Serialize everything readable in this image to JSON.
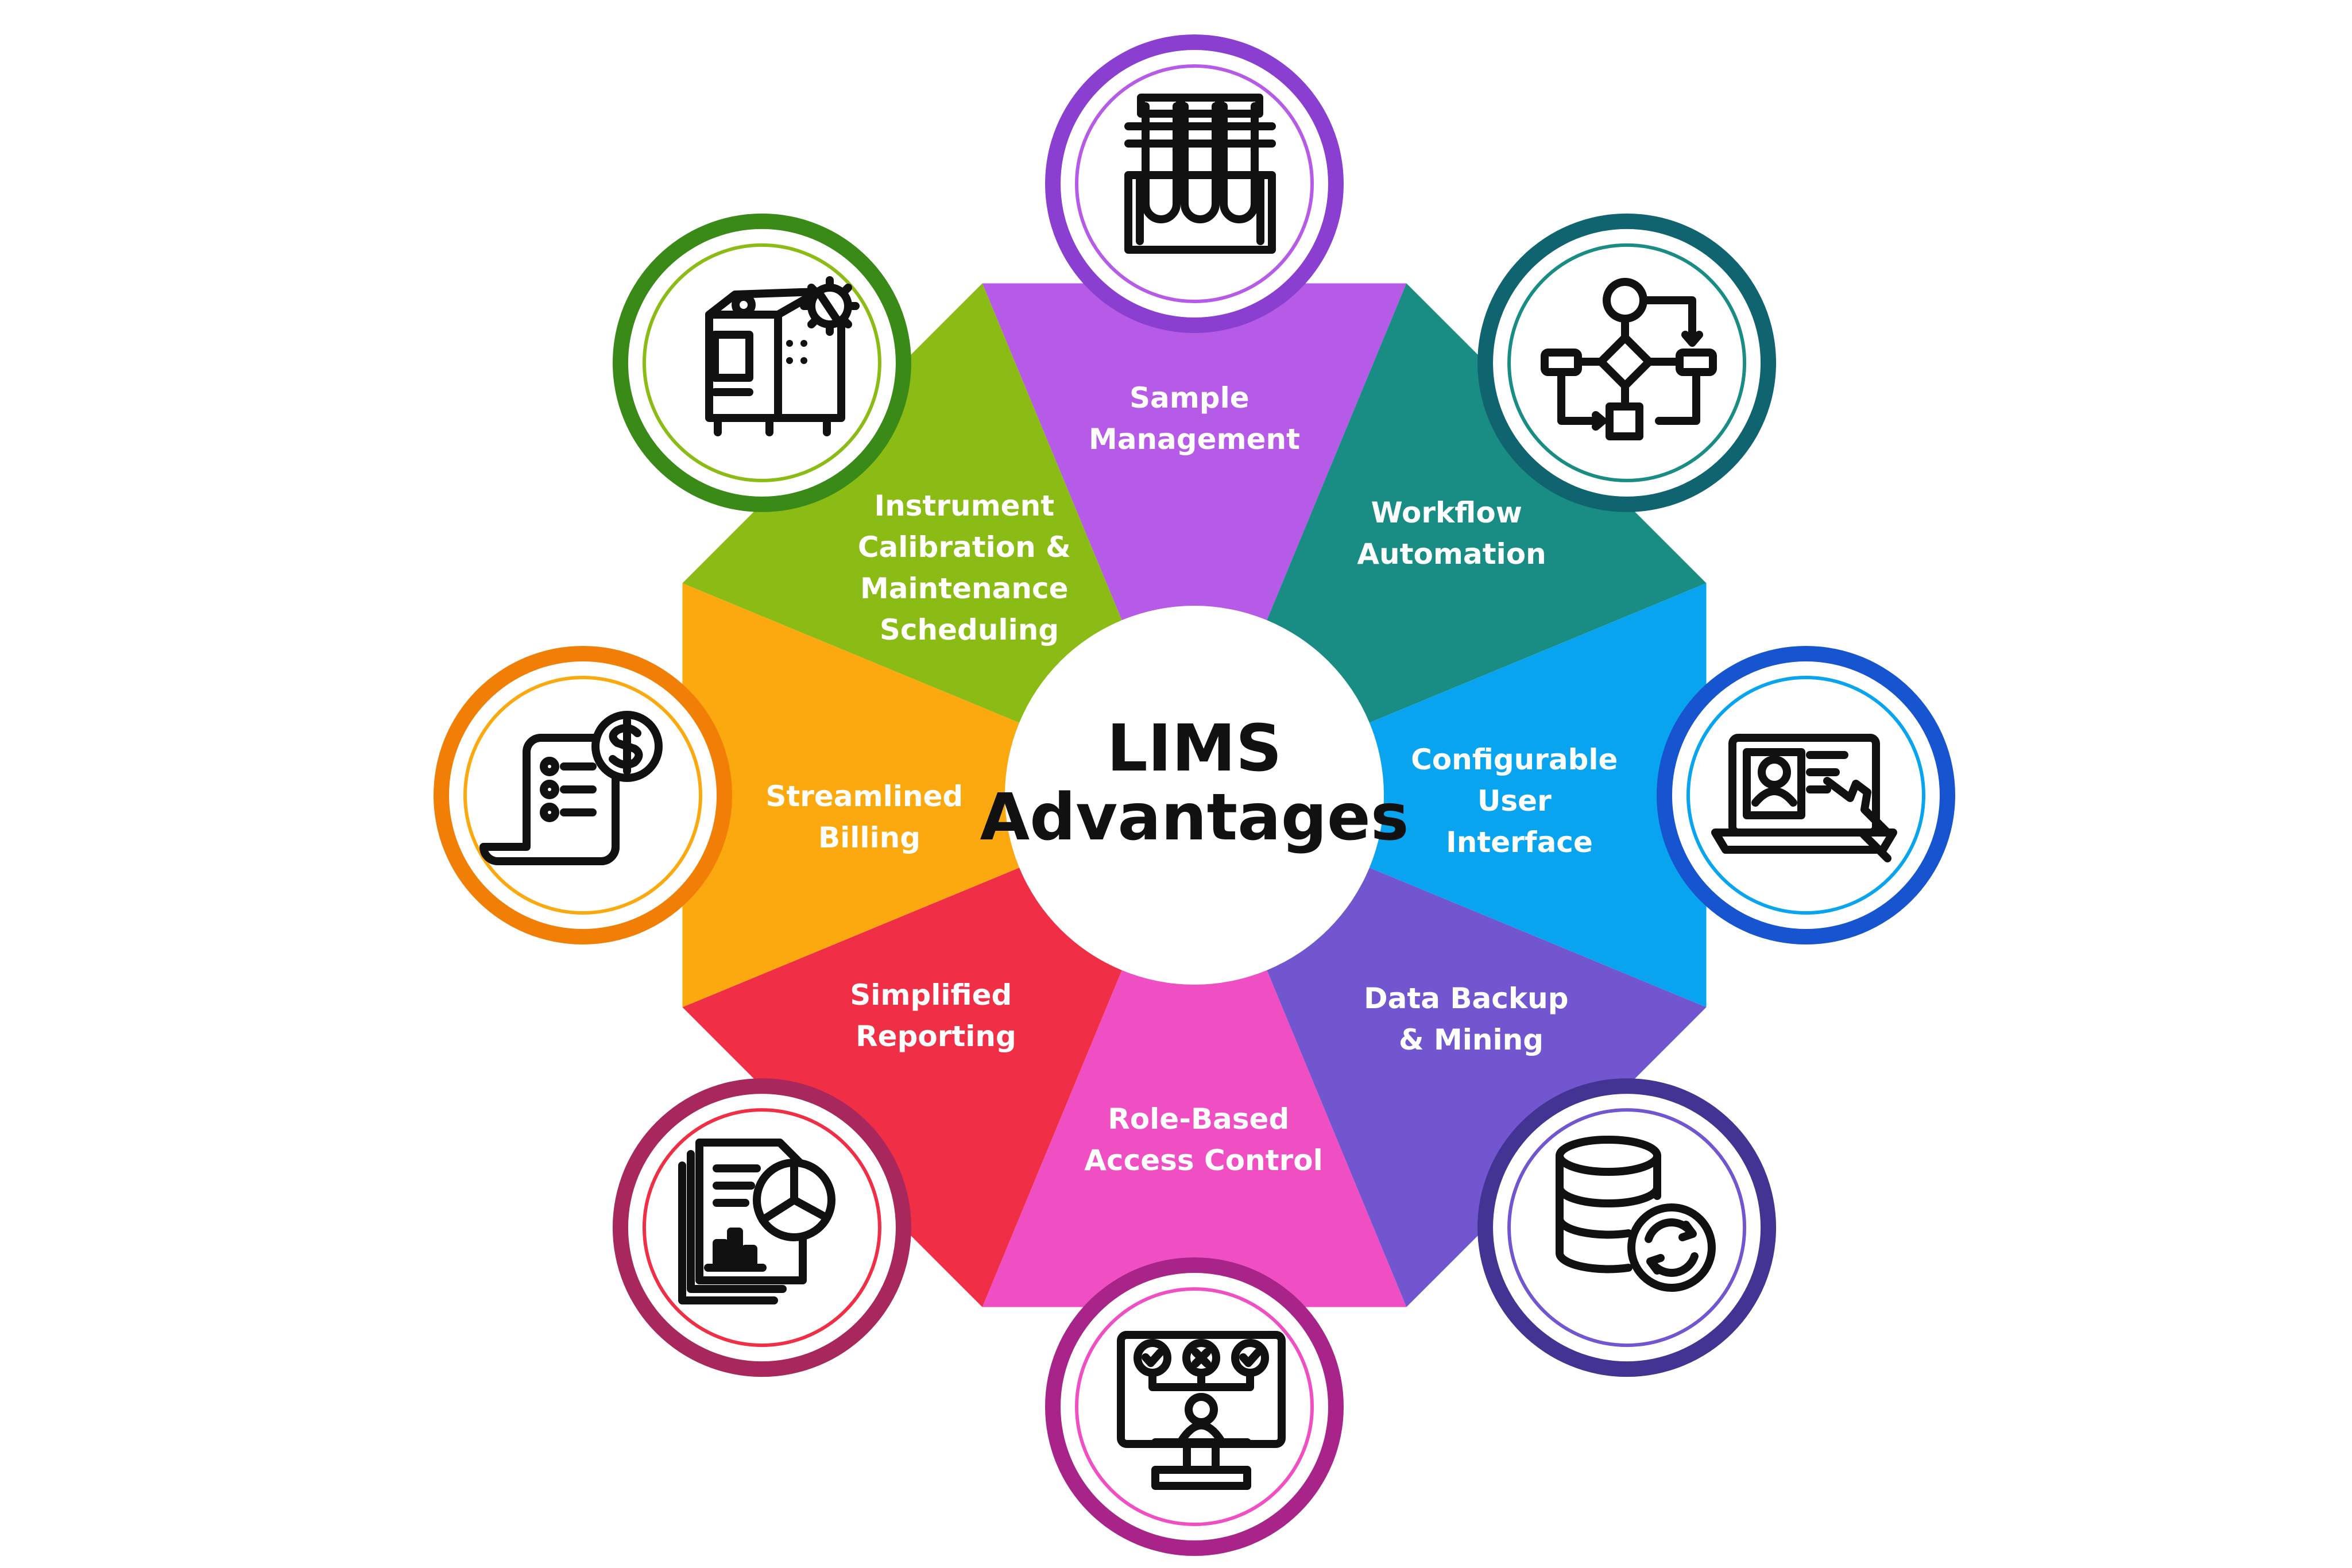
{
  "center": {
    "line1": "LIMS",
    "line2": "Advantages"
  },
  "segments": [
    {
      "lines": [
        "Sample",
        "Management"
      ],
      "color": "#b65ae8",
      "dark": "#8a3fd0",
      "icon": "test-tubes-icon"
    },
    {
      "lines": [
        "Workflow",
        "Automation"
      ],
      "color": "#198c84",
      "dark": "#0f6470",
      "icon": "flowchart-icon"
    },
    {
      "lines": [
        "Configurable",
        "User",
        "Interface"
      ],
      "color": "#09a4f0",
      "dark": "#1655cf",
      "icon": "laptop-profile-icon"
    },
    {
      "lines": [
        "Data Backup",
        "& Mining"
      ],
      "color": "#7256cf",
      "dark": "#433393",
      "icon": "database-sync-icon"
    },
    {
      "lines": [
        "Role-Based",
        "Access Control"
      ],
      "color": "#f04fc3",
      "dark": "#a82488",
      "icon": "access-control-icon"
    },
    {
      "lines": [
        "Simplified",
        "Reporting"
      ],
      "color": "#f02e45",
      "dark": "#a8275c",
      "icon": "report-chart-icon"
    },
    {
      "lines": [
        "Streamlined",
        "Billing"
      ],
      "color": "#fba90f",
      "dark": "#f17f05",
      "icon": "invoice-dollar-icon"
    },
    {
      "lines": [
        "Instrument",
        "Calibration &",
        "Maintenance",
        "Scheduling"
      ],
      "color": "#8bbb15",
      "dark": "#3a8a18",
      "icon": "lab-instrument-icon"
    }
  ],
  "colors": {
    "background": "#ffffff",
    "center_fill": "#ffffff",
    "title_text": "#111111",
    "icon_stroke": "#111111"
  }
}
